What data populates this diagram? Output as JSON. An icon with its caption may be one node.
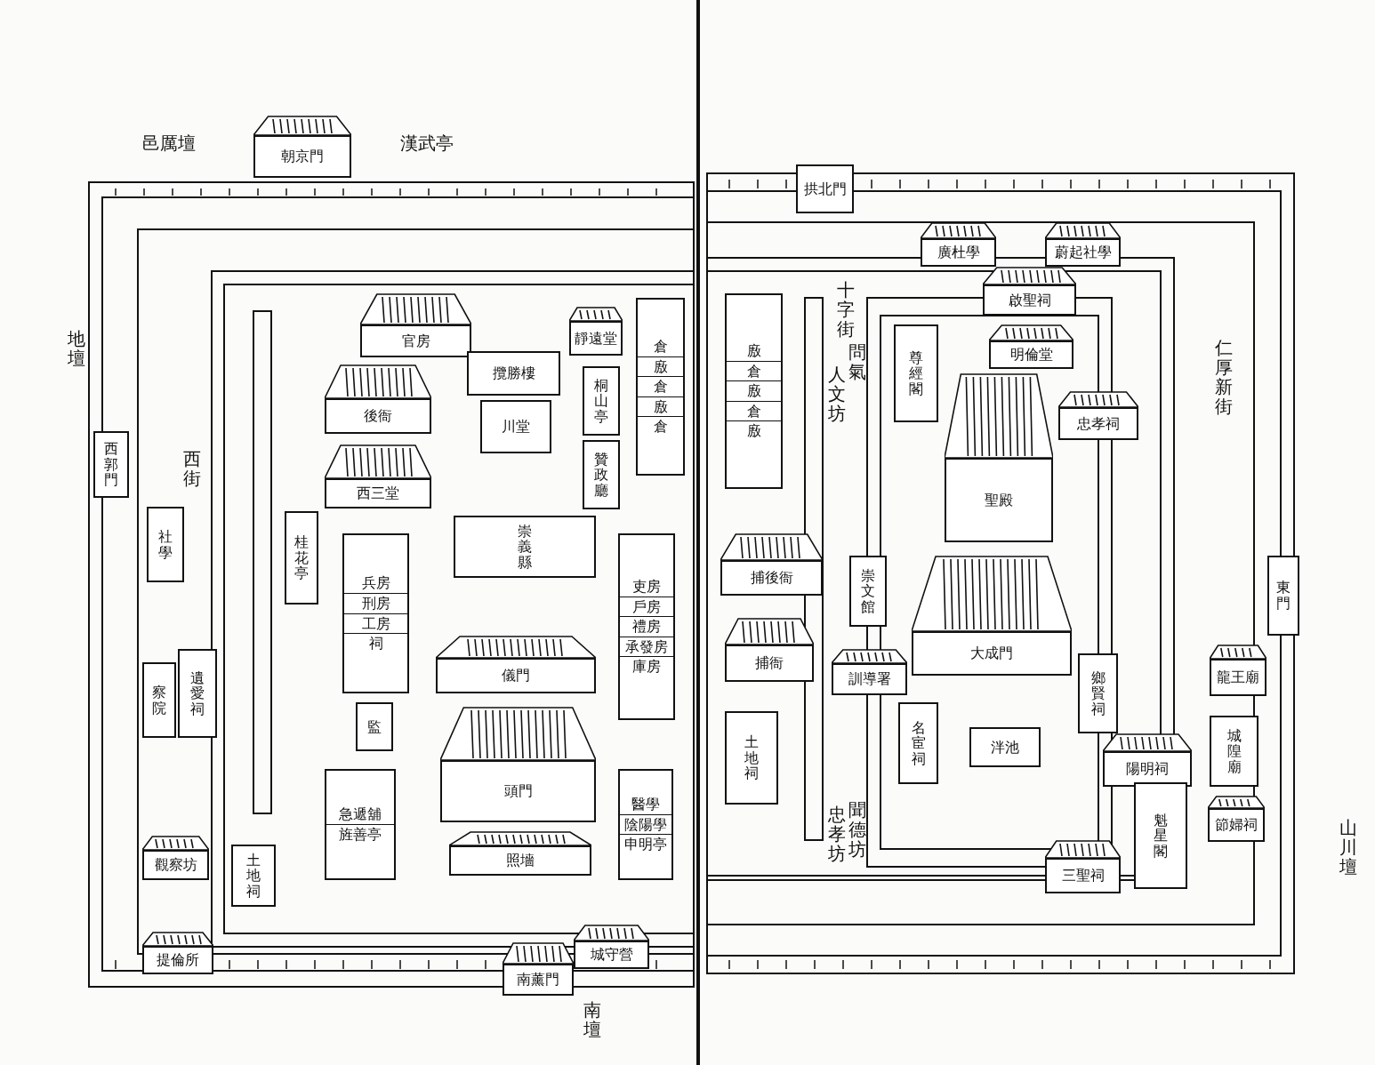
{
  "diagram": {
    "nodes": [
      {
        "text": [
          "朝京門"
        ]
      },
      {
        "text": [
          "西郭門"
        ]
      },
      {
        "text": [
          "社學"
        ]
      },
      {
        "text": [
          "察院"
        ]
      },
      {
        "text": [
          "遺愛祠"
        ]
      },
      {
        "text": [
          "觀察坊"
        ]
      },
      {
        "text": [
          "提倫所"
        ]
      },
      {
        "text": [
          "南薰門"
        ]
      },
      {
        "text": [
          "城守營"
        ]
      },
      {
        "text": [
          "官房"
        ]
      },
      {
        "text": [
          "後衙"
        ]
      },
      {
        "text": [
          "西三堂"
        ]
      },
      {
        "text": [
          "桂花亭"
        ]
      },
      {
        "text": [
          "攬勝樓"
        ]
      },
      {
        "text": [
          "川堂"
        ]
      },
      {
        "text": [
          "靜遠堂"
        ]
      },
      {
        "text": [
          "桐山亭"
        ]
      },
      {
        "text": [
          "贊政廳"
        ]
      },
      {
        "text": [
          "崇義縣"
        ]
      },
      {
        "text": [
          "儀門"
        ]
      },
      {
        "text": [
          "頭門"
        ]
      },
      {
        "text": [
          "照墻"
        ]
      },
      {
        "text": [
          "兵房",
          "刑房",
          "工房",
          "祠"
        ]
      },
      {
        "text": [
          "監"
        ]
      },
      {
        "text": [
          "急遞舖",
          "旌善亭"
        ]
      },
      {
        "text": [
          "土地祠"
        ]
      },
      {
        "text": [
          "吏房",
          "戶房",
          "禮房",
          "承發房",
          "庫房"
        ]
      },
      {
        "text": [
          "醫學",
          "陰陽學",
          "申明亭"
        ]
      },
      {
        "text": [
          "倉",
          "廒",
          "倉",
          "廒",
          "倉"
        ]
      },
      {
        "text": [
          "拱北門"
        ]
      },
      {
        "text": [
          "廣杜學"
        ]
      },
      {
        "text": [
          "蔚起社學"
        ]
      },
      {
        "text": [
          "廒",
          "倉",
          "廒",
          "倉",
          "廒"
        ]
      },
      {
        "text": [
          "捕後衙"
        ]
      },
      {
        "text": [
          "捕衙"
        ]
      },
      {
        "text": [
          "土地祠"
        ]
      },
      {
        "text": [
          "啟聖祠"
        ]
      },
      {
        "text": [
          "明倫堂"
        ]
      },
      {
        "text": [
          "尊經閣"
        ]
      },
      {
        "text": [
          "忠孝祠"
        ]
      },
      {
        "text": [
          "聖殿"
        ]
      },
      {
        "text": [
          "大成門"
        ]
      },
      {
        "text": [
          "崇文館"
        ]
      },
      {
        "text": [
          "訓導署"
        ]
      },
      {
        "text": [
          "名宦祠"
        ]
      },
      {
        "text": [
          "鄉賢祠"
        ]
      },
      {
        "text": [
          "泮池"
        ]
      },
      {
        "text": [
          "陽明祠"
        ]
      },
      {
        "text": [
          "東門"
        ]
      },
      {
        "text": [
          "龍王廟"
        ]
      },
      {
        "text": [
          "城隍廟"
        ]
      },
      {
        "text": [
          "節婦祠"
        ]
      },
      {
        "text": [
          "魁星閣"
        ]
      },
      {
        "text": [
          "三聖祠"
        ]
      }
    ],
    "labels": [
      "邑厲壇",
      "漢武亭",
      "地壇",
      "西街",
      "十字街",
      "問氣",
      "人文坊",
      "仁厚新街",
      "忠孝坊",
      "聞德坊",
      "山川壇",
      "南壇"
    ]
  }
}
